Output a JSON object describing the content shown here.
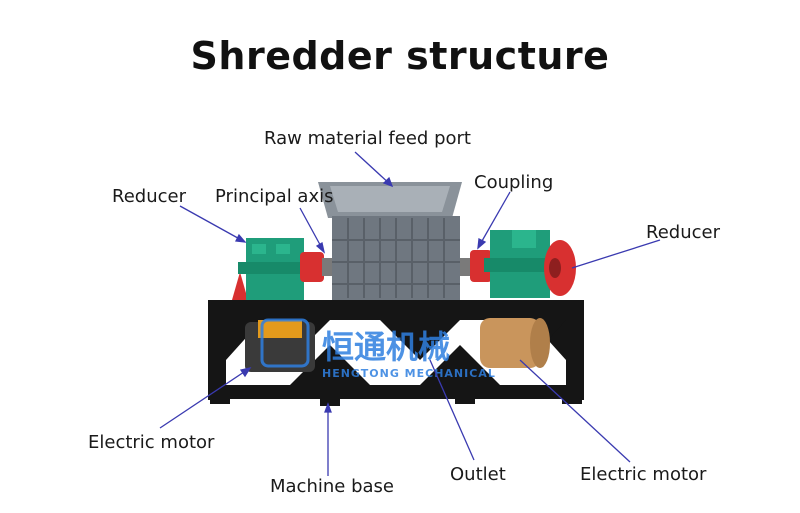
{
  "title": "Shredder structure",
  "labels": {
    "feed_port": "Raw material feed port",
    "reducer_left": "Reducer",
    "principal_axis": "Principal axis",
    "coupling": "Coupling",
    "reducer_right": "Reducer",
    "motor_left": "Electric motor",
    "machine_base": "Machine base",
    "outlet": "Outlet",
    "motor_right": "Electric motor"
  },
  "watermark": {
    "cn": "恒通机械",
    "en": "HENGTONG MECHANICAL"
  },
  "colors": {
    "frame": "#111111",
    "gearbox": "#1f9d7a",
    "coupling": "#d83030",
    "chamber": "#6f7780",
    "leader": "#3a3ab0",
    "watermark": "#2f7fe0"
  }
}
